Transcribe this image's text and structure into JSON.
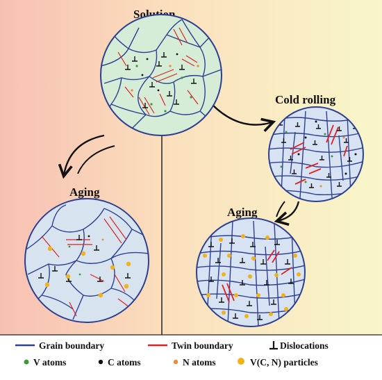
{
  "stages": {
    "solution": "Solution",
    "cold_rolling": "Cold rolling",
    "aging_left": "Aging",
    "aging_right": "Aging"
  },
  "legend": {
    "grain_boundary": "Grain boundary",
    "twin_boundary": "Twin boundary",
    "dislocations": "Dislocations",
    "v_atoms": "V atoms",
    "c_atoms": "C atoms",
    "n_atoms": "N atoms",
    "vcn_particles": "V(C, N) particles"
  },
  "colors": {
    "grain_boundary": "#2c3f93",
    "twin_boundary": "#e02020",
    "v_atom": "#3a9a3a",
    "c_atom": "#111111",
    "n_atom": "#f08a30",
    "particle": "#f2b21a",
    "bg_left": "#f9c9b9",
    "bg_right": "#f9f6c8"
  }
}
